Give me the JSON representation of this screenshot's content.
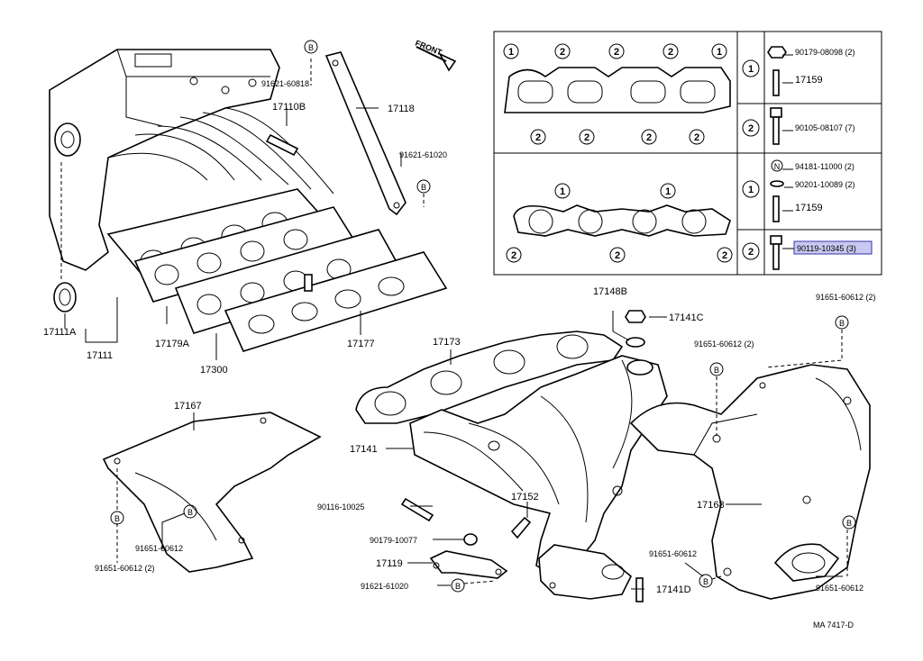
{
  "front_label": "FRONT",
  "diagram_code": "MA 7417-D",
  "labels": {
    "p91621_60818": "91621-60818",
    "p17110B": "17110B",
    "p17118": "17118",
    "p91621_61020_top": "91621-61020",
    "p17111A": "17111A",
    "p17111": "17111",
    "p17179A": "17179A",
    "p17300": "17300",
    "p17177": "17177",
    "p17148B": "17148B",
    "p17141C": "17141C",
    "p91651_60612_2a": "91651-60612 (2)",
    "p91651_60612_2b": "91651-60612 (2)",
    "p17173": "17173",
    "p17141": "17141",
    "p17167": "17167",
    "p17168": "17168",
    "p90116_10025": "90116-10025",
    "p17152": "17152",
    "p90179_10077": "90179-10077",
    "p17119": "17119",
    "p91621_61020_bot": "91621-61020",
    "p17141D": "17141D",
    "p91651_60612_c": "91651-60612",
    "p91651_60612_d": "91651-60612",
    "p91651_60612_e": "91651-60612",
    "p91651_60612_2c": "91651-60612 (2)"
  },
  "legend": {
    "r1_bolt": "90179-08098 (2)",
    "r1_stud": "17159",
    "r2_bolt": "90105-08107 (7)",
    "r3_nut": "94181-11000 (2)",
    "r3_washer": "90201-10089 (2)",
    "r3_stud": "17159",
    "r4_bolt": "90119-10345 (3)",
    "row_numbers": [
      "1",
      "2",
      "1",
      "2"
    ]
  },
  "markers": {
    "one": "1",
    "two": "2",
    "b": "B",
    "n": "N"
  }
}
